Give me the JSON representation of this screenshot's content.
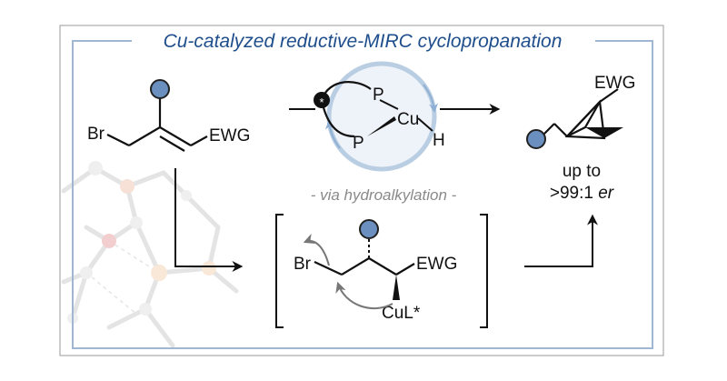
{
  "title": "Cu-catalyzed reductive-MIRC cyclopropanation",
  "substrate": {
    "leaving_group": "Br",
    "ewg_label": "EWG"
  },
  "catalyst": {
    "chiral_center": "*",
    "phosphorus_top": "P",
    "phosphorus_bottom": "P",
    "metal": "Cu",
    "hydride": "H"
  },
  "product": {
    "ewg_label": "EWG",
    "yield_line1": "up to",
    "yield_line2_prefix": ">99:1 ",
    "yield_line2_italic": "er"
  },
  "pathway_label": "- via hydroalkylation -",
  "intermediate": {
    "leaving_group": "Br",
    "ewg_label": "EWG",
    "copper_ligand": "CuL*"
  },
  "colors": {
    "frame": "#7d9cc0",
    "title_text": "#1f4e8c",
    "substituent_circle": "#6b8fbf",
    "catalyst_cycle": "#b9cde3",
    "via_text": "#8a8a8a",
    "mechanism_arrows": "#777777"
  }
}
